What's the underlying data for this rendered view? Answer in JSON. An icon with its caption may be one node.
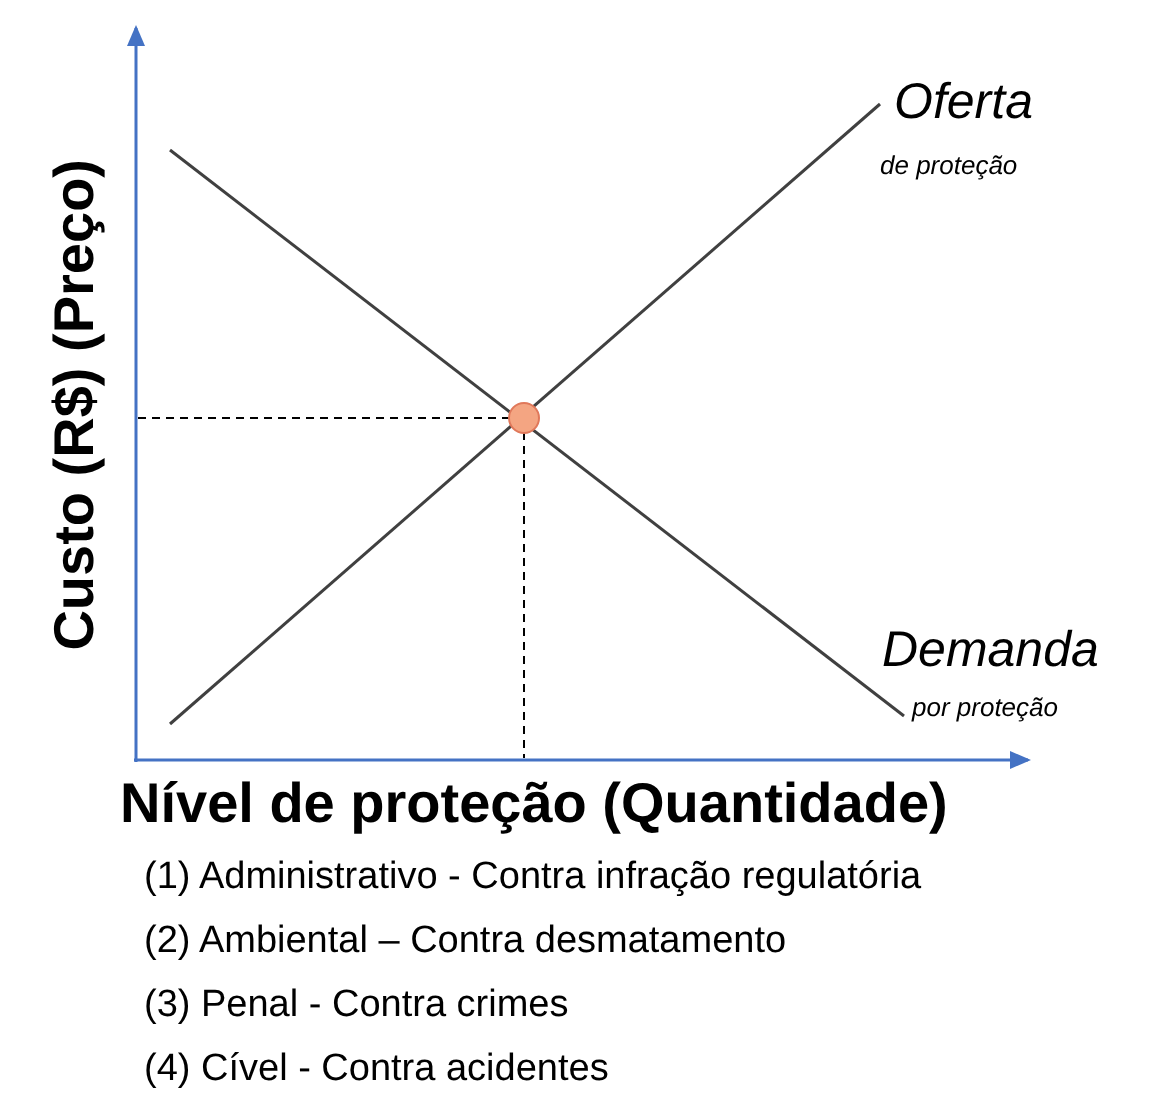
{
  "diagram": {
    "labels": [
      "Oferta",
      "de proteção",
      "Custo (R$)  (Preço)",
      "Demanda",
      "por proteção",
      "Nível de proteção  (Quantidade)",
      "(1) Administrativo - Contra infração regulatória",
      "(2) Ambiental – Contra desmatamento",
      "(3) Penal - Contra crimes",
      "(4) Cível - Contra acidentes"
    ]
  }
}
